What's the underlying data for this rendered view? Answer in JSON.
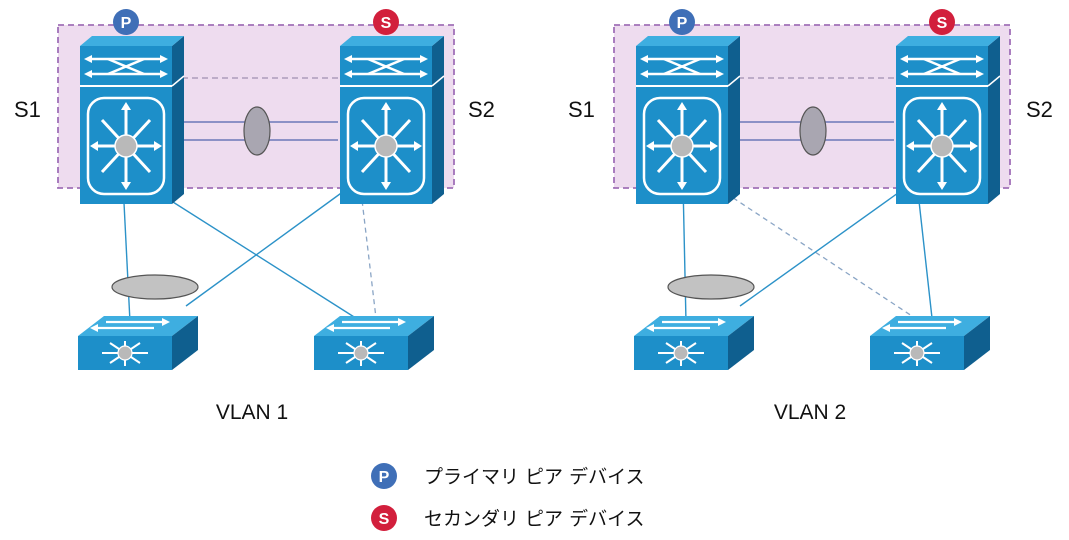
{
  "colors": {
    "vpc_fill": "#eedcef",
    "vpc_border": "#a070b8",
    "switch_front": "#1d8fc9",
    "switch_side": "#0f5f8f",
    "switch_top": "#3eaee0",
    "link": "#2c92c8",
    "peer_link": "#6c78b8",
    "portchannel": "#b8b8b8",
    "primary_badge": "#3f6fb7",
    "secondary_badge": "#d21f3c"
  },
  "badges": {
    "primary": "P",
    "secondary": "S"
  },
  "diagrams": [
    {
      "vlan_label": "VLAN 1",
      "left_switch_label": "S1",
      "right_switch_label": "S2",
      "active_from": "left",
      "blocked_from": "right"
    },
    {
      "vlan_label": "VLAN 2",
      "left_switch_label": "S1",
      "right_switch_label": "S2",
      "active_from": "right",
      "blocked_from": "left"
    }
  ],
  "legend": [
    {
      "badge": "P",
      "text": "プライマリ ピア デバイス"
    },
    {
      "badge": "S",
      "text": "セカンダリ ピア デバイス"
    }
  ]
}
